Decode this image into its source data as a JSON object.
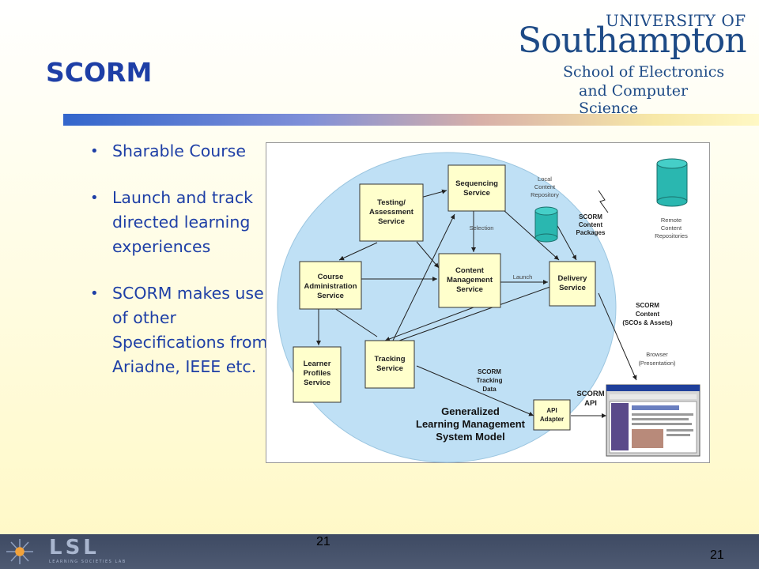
{
  "slide": {
    "title": "SCORM",
    "bullets": [
      "Sharable Course",
      "Launch and track directed learning experiences",
      "SCORM makes use of other Specifications from Ariadne, IEEE etc."
    ],
    "page_number_center": "21",
    "page_number_right": "21"
  },
  "logo": {
    "line1": "UNIVERSITY OF",
    "line2": "Southampton",
    "line3": "School of Electronics",
    "line4": "and Computer Science",
    "color": "#1d4a86"
  },
  "footer": {
    "logo_text": "LSL",
    "logo_subtext": "LEARNING SOCIETIES LAB"
  },
  "diagram": {
    "services": {
      "testing_1": "Testing/",
      "testing_2": "Assessment",
      "testing_3": "Service",
      "sequencing_1": "Sequencing",
      "sequencing_2": "Service",
      "course_1": "Course",
      "course_2": "Administration",
      "course_3": "Service",
      "content_1": "Content",
      "content_2": "Management",
      "content_3": "Service",
      "delivery_1": "Delivery",
      "delivery_2": "Service",
      "learner_1": "Learner",
      "learner_2": "Profiles",
      "learner_3": "Service",
      "tracking_1": "Tracking",
      "tracking_2": "Service",
      "api_1": "API",
      "api_2": "Adapter"
    },
    "labels": {
      "selection": "Selection",
      "launch": "Launch",
      "local_repo_1": "Local",
      "local_repo_2": "Content",
      "local_repo_3": "Repository",
      "scorm_pkg_1": "SCORM",
      "scorm_pkg_2": "Content",
      "scorm_pkg_3": "Packages",
      "remote_repo_1": "Remote",
      "remote_repo_2": "Content",
      "remote_repo_3": "Repositories",
      "scorm_content_1": "SCORM",
      "scorm_content_2": "Content",
      "scorm_content_3": "(SCOs & Assets)",
      "browser_1": "Browser",
      "browser_2": "(Presentation)",
      "tracking_data_1": "SCORM",
      "tracking_data_2": "Tracking",
      "tracking_data_3": "Data",
      "scorm_api_1": "SCORM",
      "scorm_api_2": "API",
      "model_1": "Generalized",
      "model_2": "Learning Management",
      "model_3": "System Model"
    },
    "colors": {
      "ellipse": "#bfe0f5",
      "box": "#ffffcc",
      "cylinder": "#2ab7b0"
    }
  }
}
